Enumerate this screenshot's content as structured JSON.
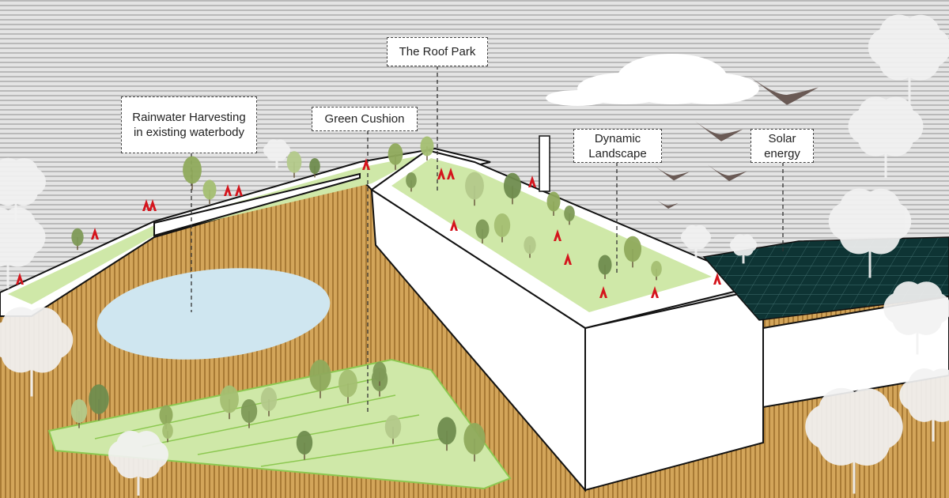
{
  "labels": {
    "rainwater": "Rainwater Harvesting in existing waterbody",
    "green_cushion": "Green Cushion",
    "roof_park": "The Roof Park",
    "dynamic_landscape": "Dynamic Landscape",
    "solar": "Solar energy"
  },
  "colors": {
    "sky_stripe": "#b9b9b9",
    "ground": "#c99a4c",
    "ground_stripe": "#a87a35",
    "water": "#cfe6f0",
    "grass": "#cfe8a8",
    "grass_edge": "#8cc850",
    "solar_panel": "#0e3434",
    "figure": "#d4141c",
    "bird": "#6a5a55"
  }
}
